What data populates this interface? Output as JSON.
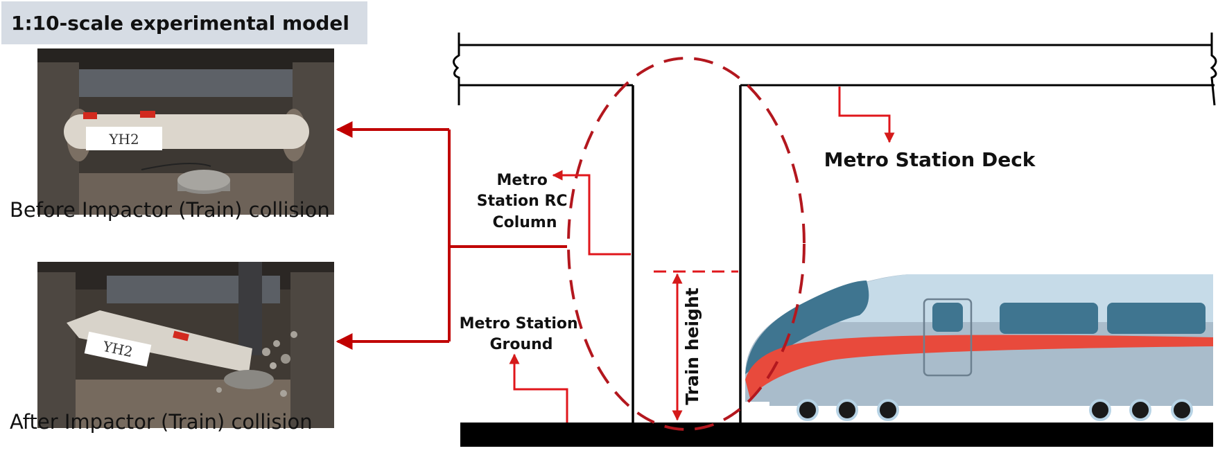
{
  "header": {
    "title": "1:10-scale experimental model"
  },
  "photos": {
    "before": {
      "caption": "Before Impactor (Train) collision",
      "specimen_tag": "YH2"
    },
    "after": {
      "caption": "After Impactor (Train) collision",
      "specimen_tag": "YH2"
    }
  },
  "diagram": {
    "labels": {
      "column": [
        "Metro",
        "Station RC",
        "Column"
      ],
      "ground": [
        "Metro Station",
        "Ground"
      ],
      "deck": "Metro Station Deck",
      "train_height": "Train height"
    },
    "colors": {
      "arrow": "#c00000",
      "ellipse": "#b3171e",
      "train_body": "#a9bccb",
      "train_top": "#c6dbe8",
      "train_nose": "#3f7590",
      "train_stripe": "#e84a3c",
      "train_window": "#3f7590",
      "ground": "#000000"
    }
  }
}
